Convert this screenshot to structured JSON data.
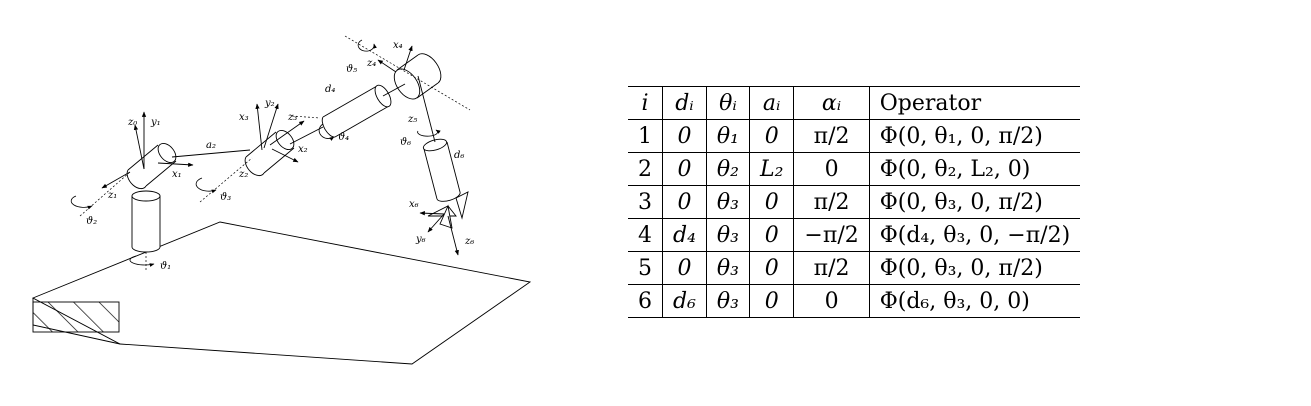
{
  "figure": {
    "labels": {
      "z0": "z₀",
      "y1": "y₁",
      "x1": "x₁",
      "z1": "z₁",
      "theta2": "ϑ₂",
      "theta1": "ϑ₁",
      "a2": "a₂",
      "x3": "x₃",
      "y2": "y₂",
      "z3": "z₃",
      "x2": "x₂",
      "z2": "z₂",
      "theta3": "ϑ₃",
      "d4": "d₄",
      "theta4": "ϑ₄",
      "theta5": "ϑ₅",
      "z4": "z₄",
      "x4": "x₄",
      "z5": "z₅",
      "theta6": "ϑ₆",
      "d6": "d₆",
      "x6": "x₆",
      "y6": "y₆",
      "z6": "z₆"
    }
  },
  "table": {
    "headers": [
      "i",
      "dᵢ",
      "θᵢ",
      "aᵢ",
      "αᵢ",
      "Operator"
    ],
    "rows": [
      [
        "1",
        "0",
        "θ₁",
        "0",
        "π/2",
        "Φ(0, θ₁, 0, π/2)"
      ],
      [
        "2",
        "0",
        "θ₂",
        "L₂",
        "0",
        "Φ(0, θ₂, L₂, 0)"
      ],
      [
        "3",
        "0",
        "θ₃",
        "0",
        "π/2",
        "Φ(0, θ₃, 0, π/2)"
      ],
      [
        "4",
        "d₄",
        "θ₃",
        "0",
        "−π/2",
        "Φ(d₄, θ₃, 0, −π/2)"
      ],
      [
        "5",
        "0",
        "θ₃",
        "0",
        "π/2",
        "Φ(0, θ₃, 0, π/2)"
      ],
      [
        "6",
        "d₆",
        "θ₃",
        "0",
        "0",
        "Φ(d₆, θ₃, 0, 0)"
      ]
    ]
  }
}
